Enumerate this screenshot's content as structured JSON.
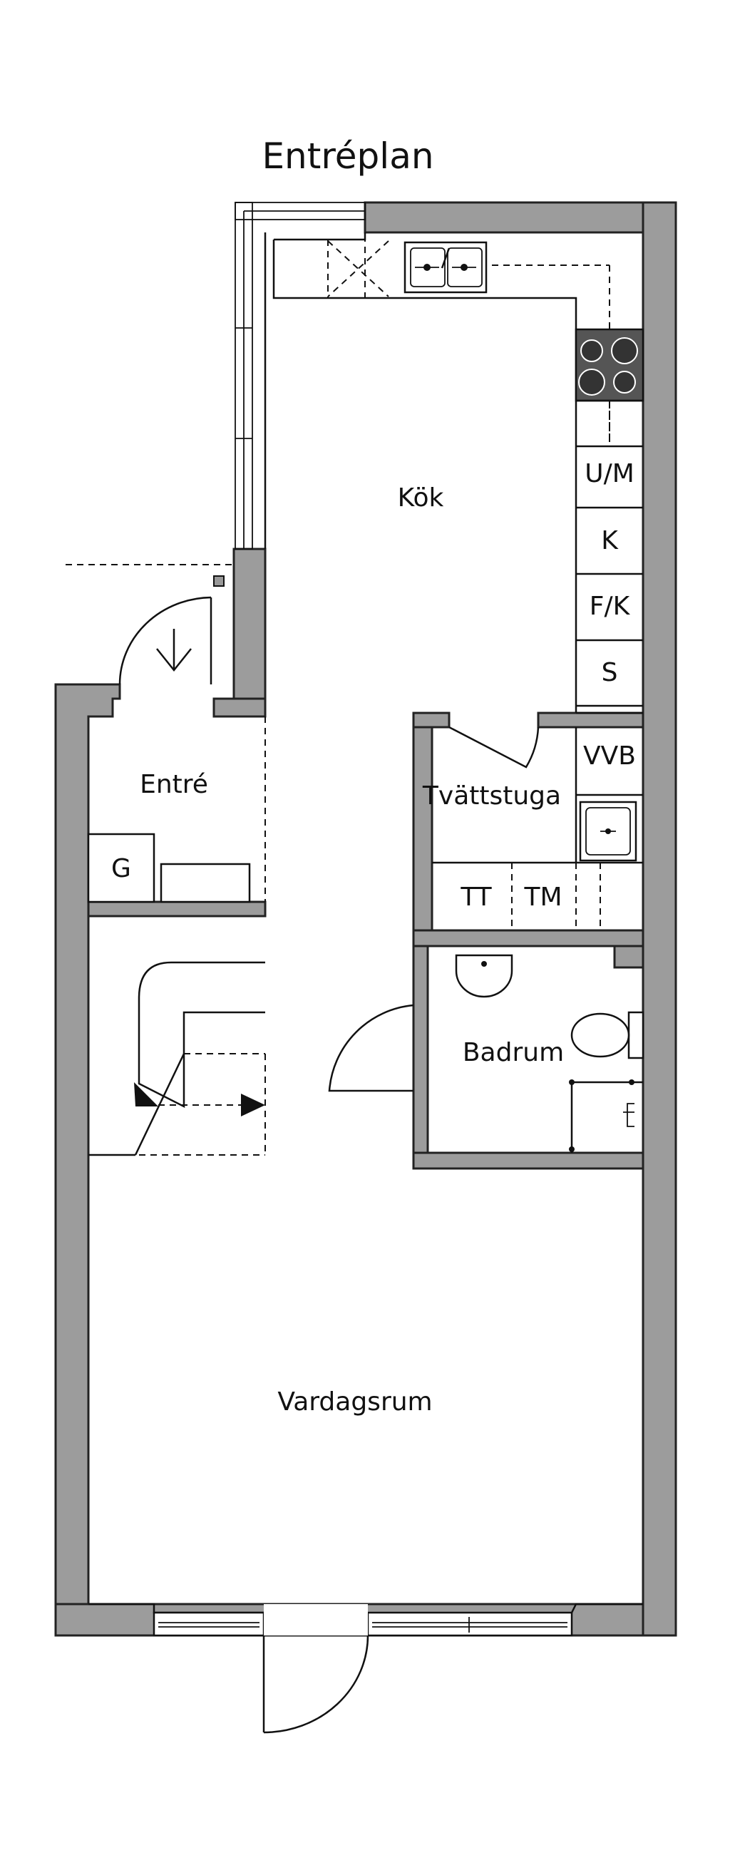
{
  "title": "Entréplan",
  "rooms": {
    "kok": "Kök",
    "entre": "Entré",
    "tvattstuga": "Tvättstuga",
    "badrum": "Badrum",
    "vardagsrum": "Vardagsrum"
  },
  "fixtures": {
    "um": "U/M",
    "k": "K",
    "fk": "F/K",
    "s": "S",
    "vvb": "VVB",
    "g": "G",
    "tt": "TT",
    "tm": "TM"
  },
  "colors": {
    "wall": "#9c9c9c",
    "line": "#111111",
    "stove": "#555555"
  }
}
